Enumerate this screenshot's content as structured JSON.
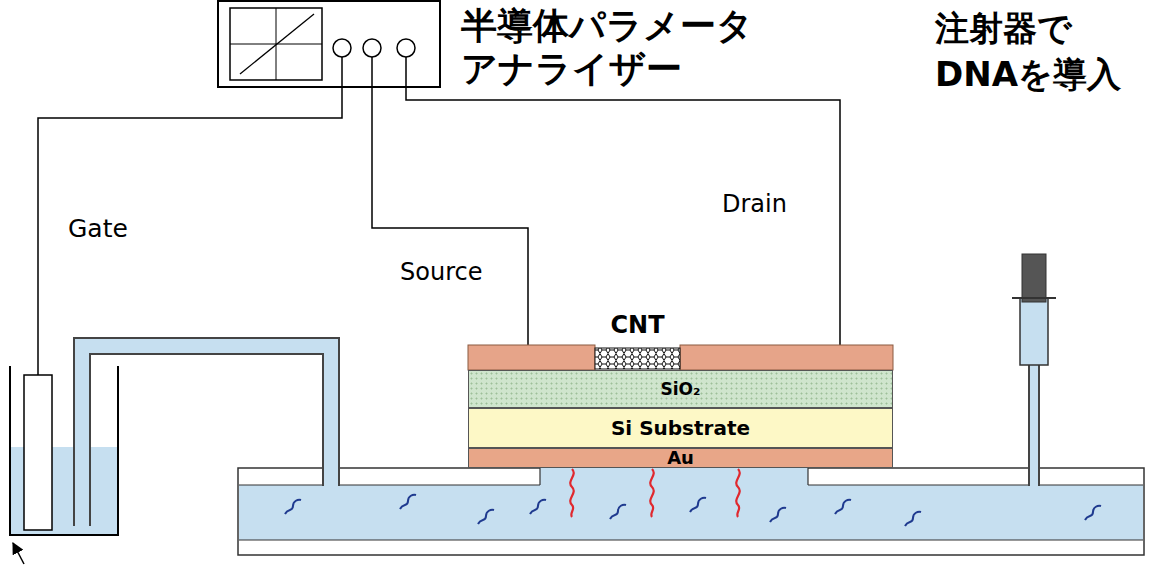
{
  "diagram": {
    "nodes": [
      {
        "text": [
          "半導体パラメータ アナライザー"
        ]
      },
      {
        "text": [
          "CNT"
        ]
      },
      {
        "text": [
          "SiO₂"
        ]
      },
      {
        "text": [
          "Si Substrate"
        ]
      },
      {
        "text": [
          "Au"
        ]
      }
    ],
    "labels": [
      "Gate",
      "Source",
      "Drain",
      "注射器で DNAを導入"
    ]
  }
}
